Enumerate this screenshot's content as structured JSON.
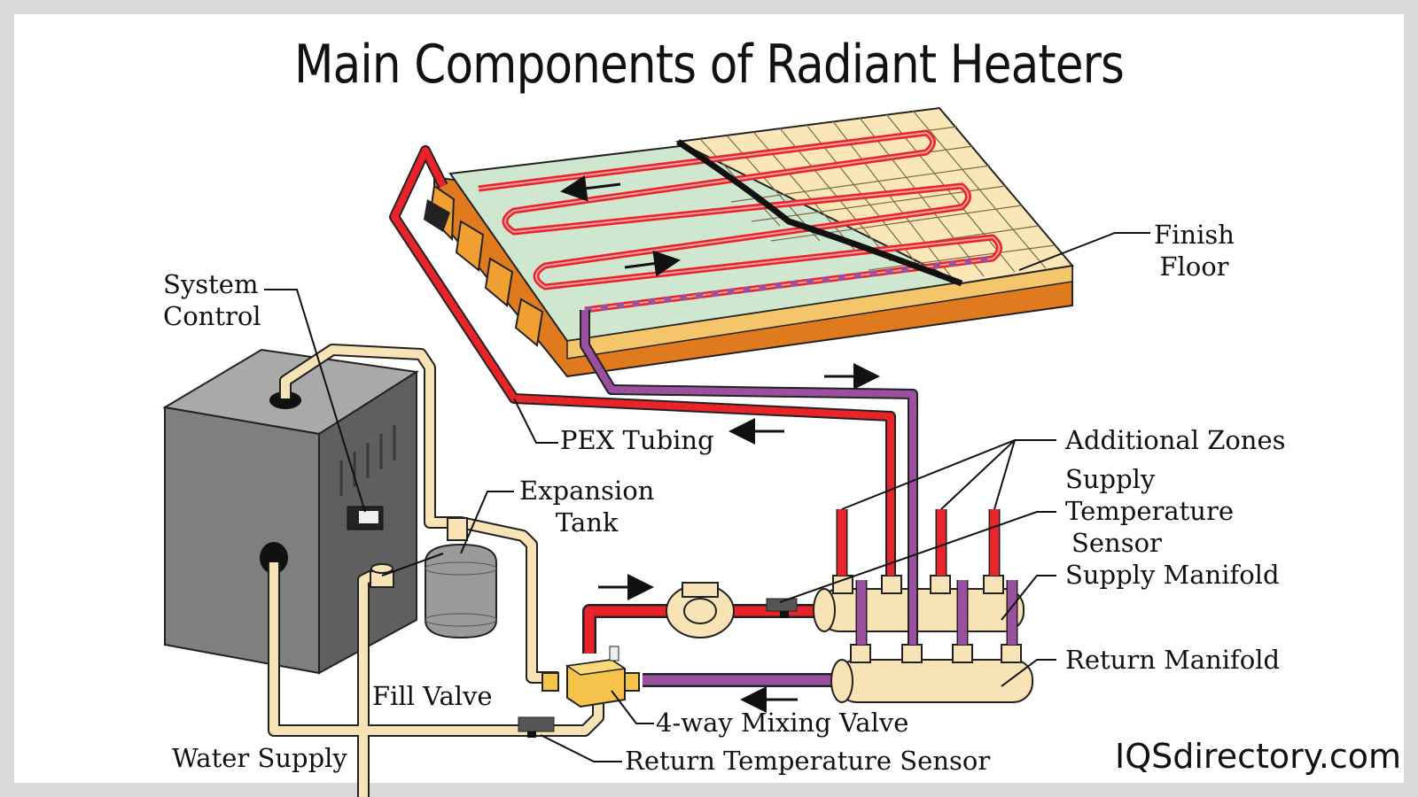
{
  "title": "Main Components of Radiant Heaters",
  "labels": {
    "system_control": [
      "System",
      "Control"
    ],
    "finish_floor": [
      "Finish",
      "Floor"
    ],
    "pex_tubing": "PEX Tubing",
    "additional_zones": "Additional Zones",
    "supply_temperature_sensor": [
      "Supply",
      "Temperature",
      "Sensor"
    ],
    "supply_manifold": "Supply Manifold",
    "return_manifold": "Return Manifold",
    "expansion_tank": [
      "Expansion",
      "Tank"
    ],
    "fill_valve": "Fill Valve",
    "water_supply": "Water Supply",
    "mixing_valve": "4-way Mixing Valve",
    "return_temperature_sensor": "Return Temperature Sensor"
  },
  "brand": "IQSdirectory.com",
  "colors": {
    "supply_pipe": "#e8232a",
    "return_pipe": "#9b4f9f",
    "water_pipe": "#f7e3b5",
    "boiler": "#8a8a8a",
    "subfloor": "#cfe6cf",
    "joist": "#f0a030",
    "tile": "#fbe6b8"
  }
}
